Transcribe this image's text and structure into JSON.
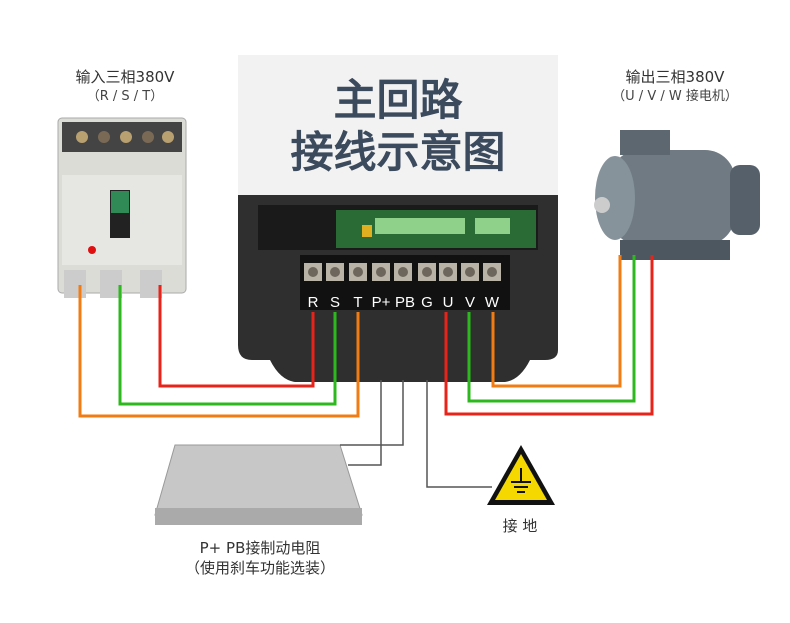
{
  "title": {
    "line1": "主回路",
    "line2": "接线示意图"
  },
  "input": {
    "label": "输入三相380V",
    "sub": "（R / S / T）"
  },
  "output": {
    "label": "输出三相380V",
    "sub": "（U / V / W 接电机）"
  },
  "terminals": [
    "R",
    "S",
    "T",
    "P+",
    "PB",
    "G",
    "U",
    "V",
    "W"
  ],
  "ground": {
    "label": "接 地"
  },
  "resistor": {
    "label": "P+ PB接制动电阻",
    "sub": "（使用刹车功能选装）"
  },
  "colors": {
    "red": "#e8231a",
    "green": "#2db81e",
    "orange": "#f27c13",
    "grey": "#555555",
    "title": "#3c4a5e"
  }
}
